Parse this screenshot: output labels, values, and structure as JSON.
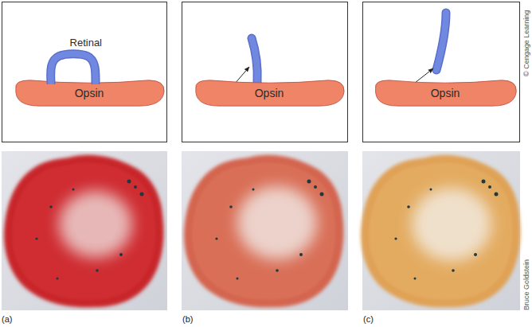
{
  "diagram": {
    "nodes": [
      {
        "text": [
          "Retinal"
        ]
      },
      {
        "text": [
          "Opsin"
        ]
      },
      {
        "text": [
          "Opsin"
        ]
      },
      {
        "text": [
          "Opsin"
        ]
      }
    ],
    "labels": [
      "© Cengage Learning",
      "(a)",
      "(b)",
      "(c)",
      "Bruce Goldstein"
    ]
  }
}
